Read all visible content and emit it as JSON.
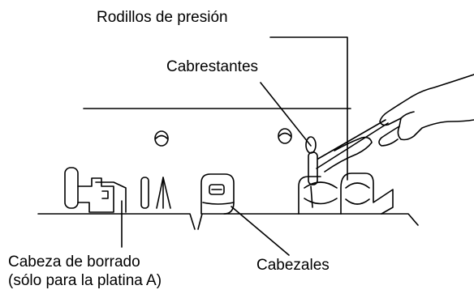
{
  "labels": {
    "pressure_rollers": "Rodillos de presión",
    "capstans": "Cabrestantes",
    "erase_head_line1": "Cabeza de borrado",
    "erase_head_line2": "(sólo para la platina A)",
    "heads": "Cabezales"
  },
  "colors": {
    "ink": "#000000",
    "background": "#ffffff"
  }
}
